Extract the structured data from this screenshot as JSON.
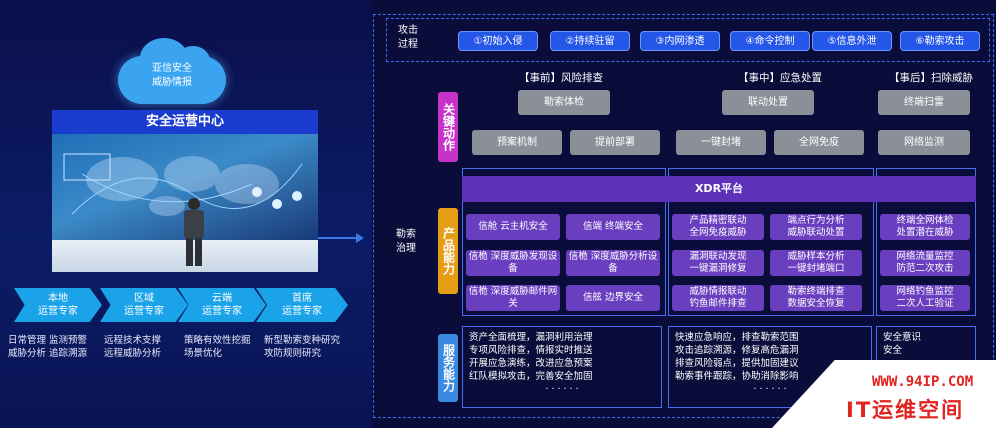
{
  "left_panel": {
    "cloud_label": "亚信安全\n威胁情报",
    "soc_title": "安全运营中心",
    "experts": [
      {
        "label": "本地\n运营专家",
        "desc": "日常管理 监测预警\n威胁分析 追踪溯源"
      },
      {
        "label": "区域\n运营专家",
        "desc": "远程技术支撑\n远程威胁分析"
      },
      {
        "label": "云端\n运营专家",
        "desc": "策略有效性挖掘\n场景优化"
      },
      {
        "label": "首席\n运营专家",
        "desc": "新型勒索变种研究\n攻防规则研究"
      }
    ]
  },
  "right_panel": {
    "attack_label": "攻击\n过程",
    "attack_stages": [
      "①初始入侵",
      "②持续驻留",
      "③内网渗透",
      "④命令控制",
      "⑤信息外泄",
      "⑥勒索攻击"
    ],
    "governance_label": "勒索\n治理",
    "phases": [
      "【事前】风险排查",
      "【事中】应急处置",
      "【事后】扫除威胁"
    ],
    "key_actions_label": "关键动作",
    "key_actions": {
      "before": [
        "勒索体检",
        "预案机制",
        "提前部署"
      ],
      "during": [
        "联动处置",
        "一键封堵",
        "全网免疫"
      ],
      "after": [
        "终端扫雷",
        "网络监测"
      ]
    },
    "product_label": "产品能力",
    "xdr_title": "XDR平台",
    "products": {
      "before": [
        "信舱 云主机安全",
        "信端 终端安全",
        "信桅 深度威胁发现设备",
        "信桅 深度威胁分析设备",
        "信桅 深度威胁邮件网关",
        "信舷 边界安全"
      ],
      "during": [
        "产品精密联动\n全网免疫威胁",
        "端点行为分析\n威胁联动处置",
        "漏洞联动发现\n一键漏洞修复",
        "威胁样本分析\n一键封堵端口",
        "威胁情报联动\n钓鱼邮件排查",
        "勒索终端排查\n数据安全恢复"
      ],
      "after": [
        "终端全网体检\n处置潜在威胁",
        "网络流量监控\n防范二次攻击",
        "网络钓鱼监控\n二次人工验证"
      ]
    },
    "service_label": "服务能力",
    "services": {
      "before": [
        "资产全面梳理，漏洞利用治理",
        "专项风险排查，情报实时推送",
        "开展应急演练，改进应急预案",
        "红队模拟攻击，完善安全加固",
        "· · · · · ·"
      ],
      "during": [
        "快速应急响应，排查勒索范围",
        "攻击追踪溯源，修复高危漏洞",
        "排查风险弱点，提供加固建议",
        "勒索事件跟踪，协助消除影响",
        "· · · · · ·"
      ],
      "after": [
        "安全意识",
        "安全"
      ]
    }
  },
  "watermark": {
    "url": "WWW.94IP.COM",
    "name": "IT运维空间"
  },
  "colors": {
    "accent": "#2456e8",
    "purple": "#6a3fbf",
    "gray": "#8a8f98",
    "expert": "#1aa3e8"
  }
}
